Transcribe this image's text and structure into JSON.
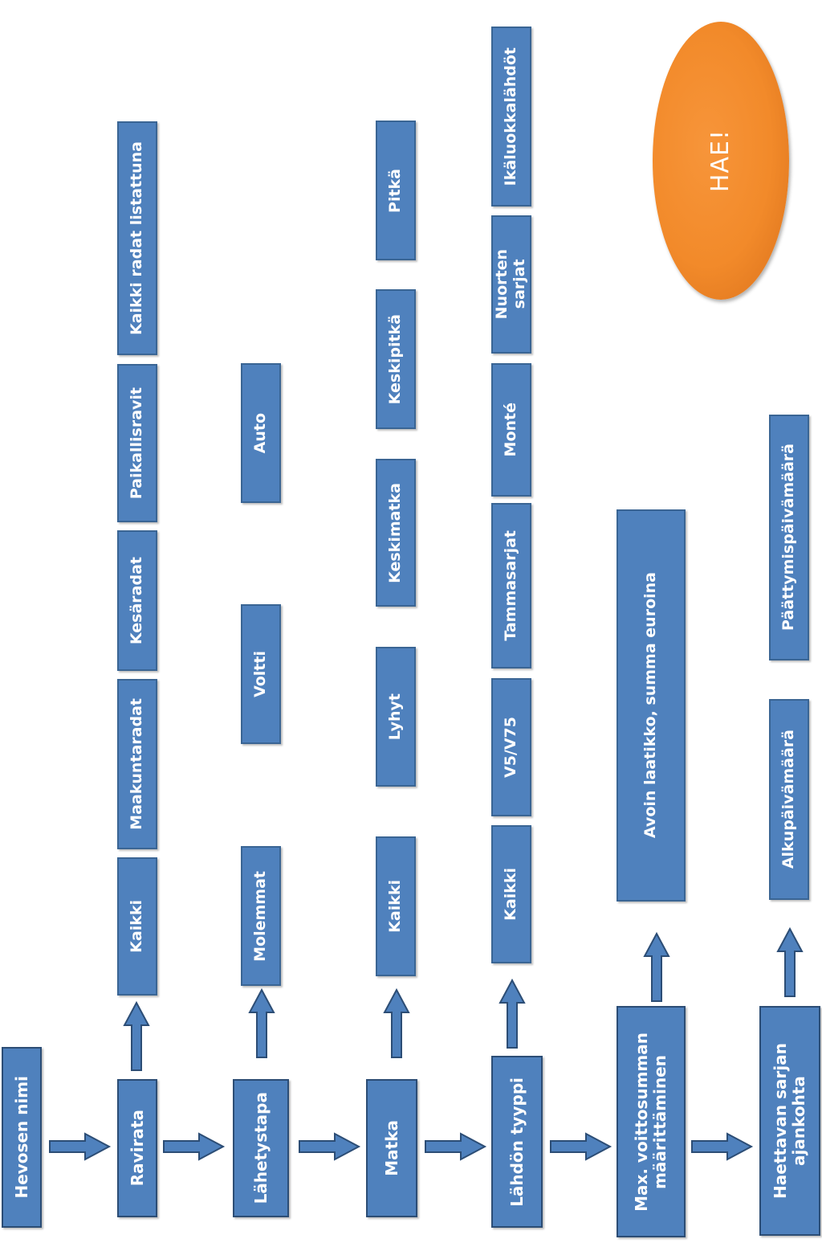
{
  "steps": {
    "hevosen_nimi": "Hevosen nimi",
    "ravirata": "Ravirata",
    "lahetystapa": "Lähetystapa",
    "matka": "Matka",
    "lahdon_tyyppi": "Lähdön tyyppi",
    "max_voittosumma": "Max. voittosumman\nmäärittäminen",
    "ajankohta": "Haettavan sarjan\najankohta"
  },
  "ravirata_options": [
    "Kaikki",
    "Maakuntaradat",
    "Kesäradat",
    "Paikallisravit",
    "Kaikki radat listattuna"
  ],
  "lahetystapa_options": [
    "Molemmat",
    "Voltti",
    "Auto"
  ],
  "matka_options": [
    "Kaikki",
    "Lyhyt",
    "Keskimatka",
    "Keskipitkä",
    "Pitkä"
  ],
  "lahdon_tyyppi_options": [
    "Kaikki",
    "V5/V75",
    "Tammasarjat",
    "Monté",
    "Nuorten\nsarjat",
    "Ikäluokkalähdöt"
  ],
  "voittosumma_option": "Avoin laatikko, summa euroina",
  "ajankohta_options": [
    "Alkupäivämäärä",
    "Päättymispäivämäärä"
  ],
  "search_button": "HAE!",
  "colors": {
    "box": "#4f81bd",
    "box_border": "#3a6594",
    "search_button": "#f28a2a"
  }
}
